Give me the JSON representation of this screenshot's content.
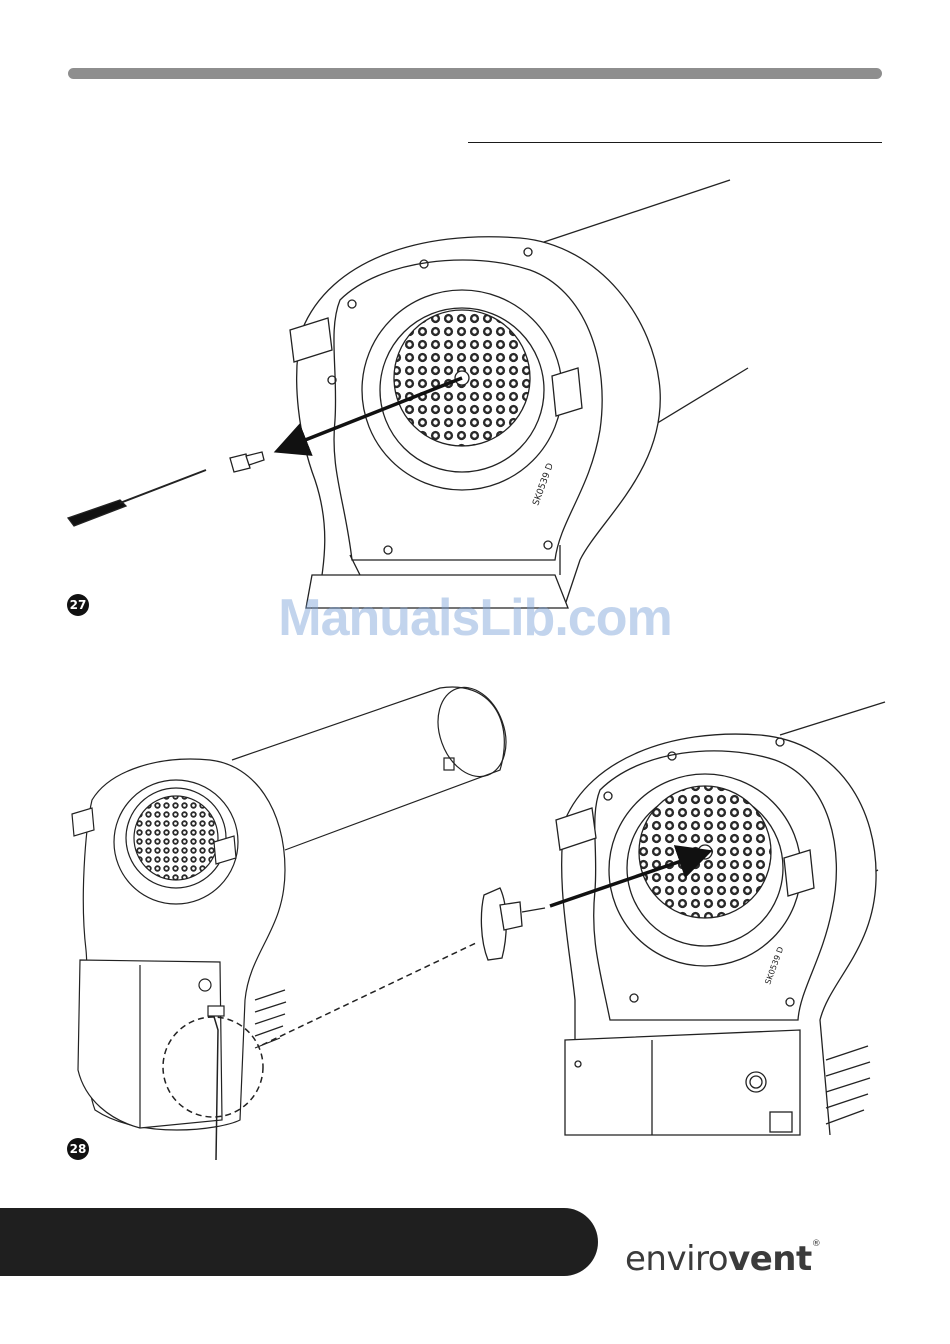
{
  "header": {
    "title": ""
  },
  "steps": [
    {
      "number": "27"
    },
    {
      "number": "28"
    }
  ],
  "fan_label": "SK0539 D",
  "watermark": "ManualsLib.com",
  "brand": {
    "part1": "enviro",
    "part2": "vent",
    "mark": "®"
  },
  "colors": {
    "bar": "#8e8e8e",
    "footer": "#1f1f1f",
    "watermark": "#78a0d7",
    "line": "#1a1a1a"
  }
}
